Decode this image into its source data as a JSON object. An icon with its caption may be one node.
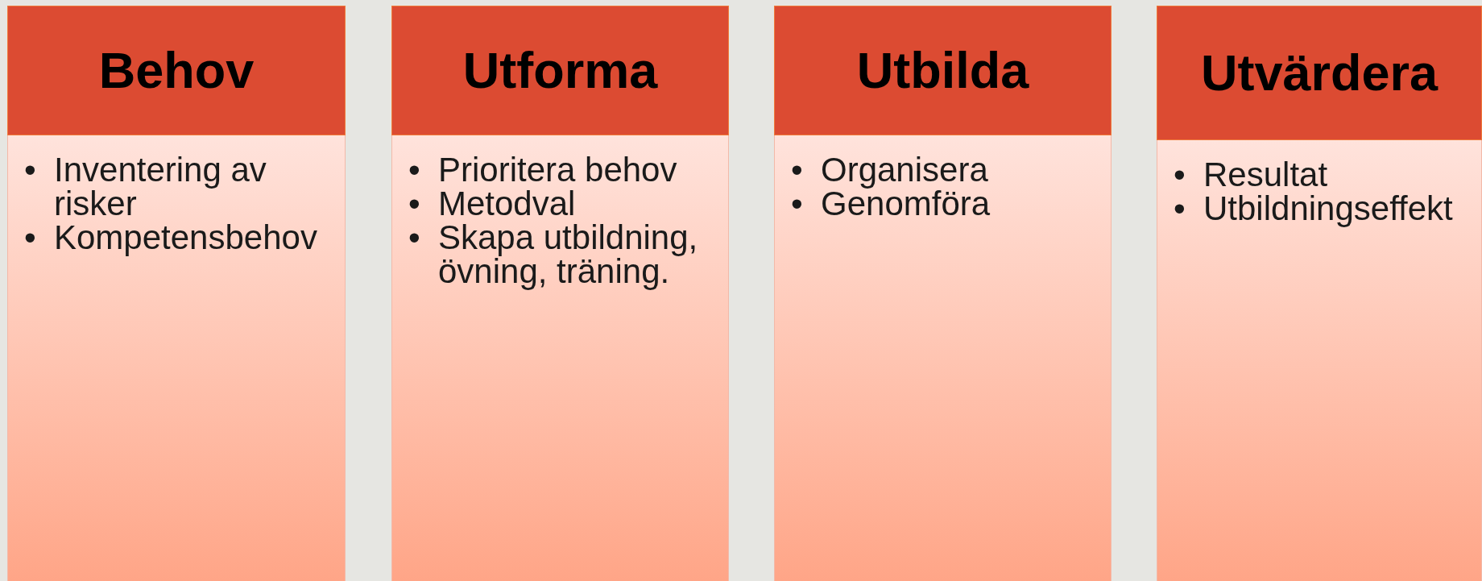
{
  "diagram": {
    "nodes": [
      {
        "text": [
          "Behov"
        ]
      },
      {
        "text": [
          "• Inventering av risker",
          "• Kompetensbehov"
        ]
      },
      {
        "text": [
          "Utforma"
        ]
      },
      {
        "text": [
          "• Prioritera behov",
          "• Metodval",
          "• Skapa utbildning, övning, träning."
        ]
      },
      {
        "text": [
          "Utbilda"
        ]
      },
      {
        "text": [
          "• Organisera",
          "• Genomföra"
        ]
      },
      {
        "text": [
          "Utvärdera"
        ]
      },
      {
        "text": [
          "• Resultat",
          "• Utbildningseffekt"
        ]
      }
    ]
  }
}
